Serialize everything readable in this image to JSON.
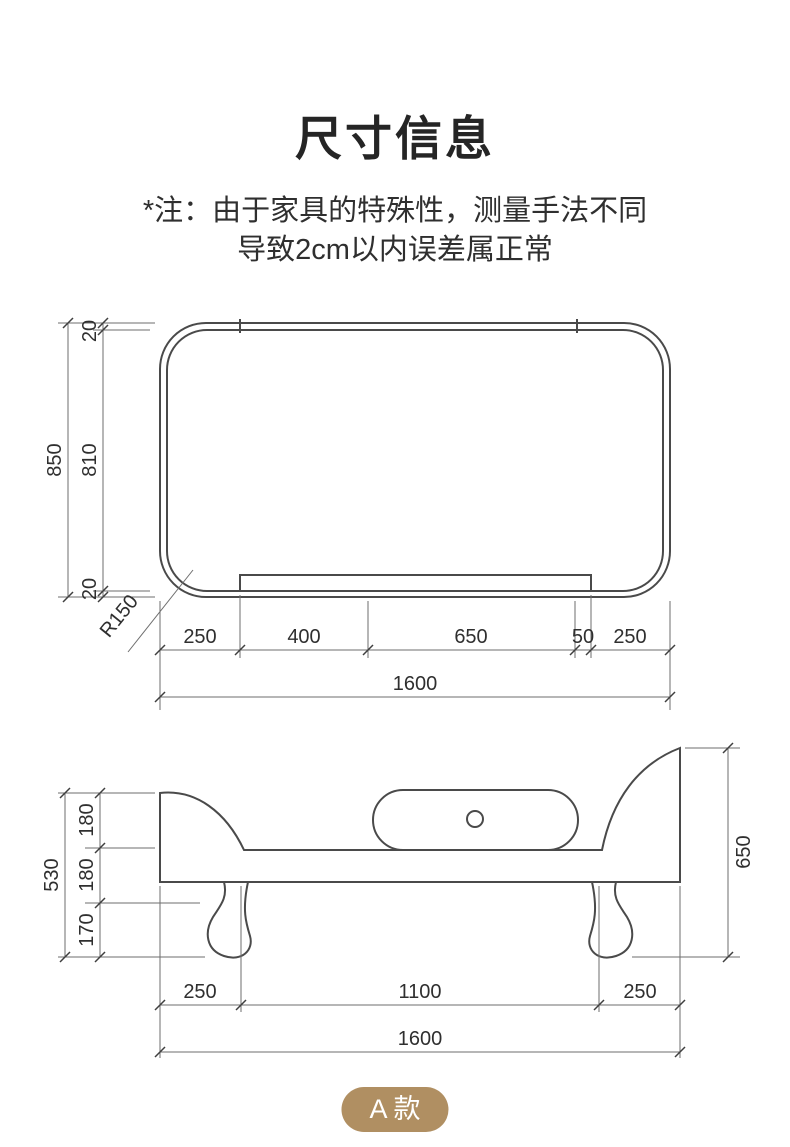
{
  "page": {
    "title": "尺寸信息",
    "note_line1": "*注：由于家具的特殊性，测量手法不同",
    "note_line2": "导致2cm以内误差属正常",
    "variant_badge": "A 款"
  },
  "front_view": {
    "total_height": "850",
    "seg_top": "20",
    "seg_mid": "810",
    "seg_bottom": "20",
    "corner_radius": "R150",
    "bottom_segments": [
      "250",
      "400",
      "650",
      "50",
      "250"
    ],
    "total_width": "1600"
  },
  "side_view": {
    "left_segments": [
      "180",
      "180",
      "170"
    ],
    "total_left": "530",
    "total_right": "650",
    "bottom_segments": [
      "250",
      "1100",
      "250"
    ],
    "total_width": "1600"
  },
  "colors": {
    "outline": "#4a4a4a",
    "dimension": "#6e6e6e",
    "badge_bg": "#b08f62",
    "badge_text": "#ffffff"
  }
}
